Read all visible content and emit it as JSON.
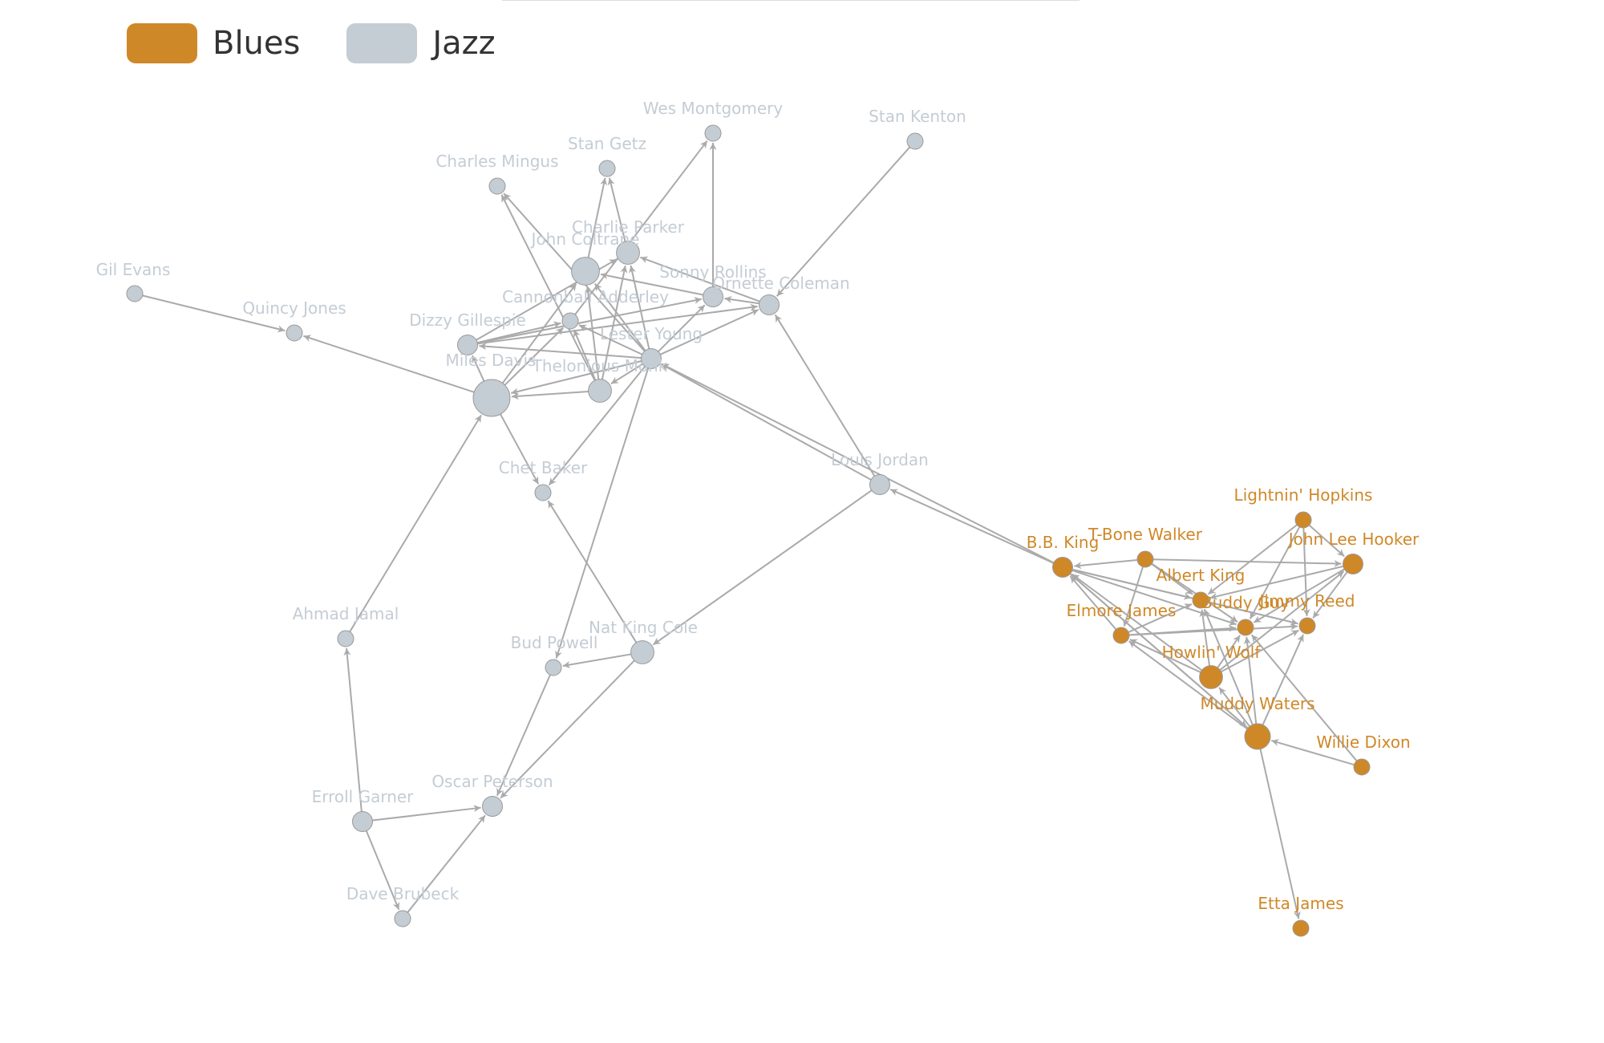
{
  "colors": {
    "blues": "#cf8828",
    "jazz": "#c4ccd4",
    "edge": "#aaaaaa"
  },
  "legend": [
    {
      "label": "Blues",
      "category": "blues"
    },
    {
      "label": "Jazz",
      "category": "jazz"
    }
  ],
  "nodes": [
    {
      "id": "wes",
      "label": "Wes Montgomery",
      "category": "jazz",
      "size": 1
    },
    {
      "id": "kenton",
      "label": "Stan Kenton",
      "category": "jazz",
      "size": 1
    },
    {
      "id": "getz",
      "label": "Stan Getz",
      "category": "jazz",
      "size": 1
    },
    {
      "id": "mingus",
      "label": "Charles Mingus",
      "category": "jazz",
      "size": 1
    },
    {
      "id": "parker",
      "label": "Charlie Parker",
      "category": "jazz",
      "size": 3
    },
    {
      "id": "coltrane",
      "label": "John Coltrane",
      "category": "jazz",
      "size": 5
    },
    {
      "id": "rollins",
      "label": "Sonny Rollins",
      "category": "jazz",
      "size": 2
    },
    {
      "id": "ornette",
      "label": "Ornette Coleman",
      "category": "jazz",
      "size": 2
    },
    {
      "id": "gil",
      "label": "Gil Evans",
      "category": "jazz",
      "size": 1
    },
    {
      "id": "quincy",
      "label": "Quincy Jones",
      "category": "jazz",
      "size": 1
    },
    {
      "id": "cannonball",
      "label": "Cannonball Adderley",
      "category": "jazz",
      "size": 1
    },
    {
      "id": "dizzy",
      "label": "Dizzy Gillespie",
      "category": "jazz",
      "size": 2
    },
    {
      "id": "lester",
      "label": "Lester Young",
      "category": "jazz",
      "size": 2
    },
    {
      "id": "miles",
      "label": "Miles Davis",
      "category": "jazz",
      "size": 10
    },
    {
      "id": "monk",
      "label": "Thelonious Monk",
      "category": "jazz",
      "size": 3
    },
    {
      "id": "chet",
      "label": "Chet Baker",
      "category": "jazz",
      "size": 1
    },
    {
      "id": "louis",
      "label": "Louis Jordan",
      "category": "jazz",
      "size": 2
    },
    {
      "id": "jamal",
      "label": "Ahmad Jamal",
      "category": "jazz",
      "size": 1
    },
    {
      "id": "natking",
      "label": "Nat King Cole",
      "category": "jazz",
      "size": 3
    },
    {
      "id": "bud",
      "label": "Bud Powell",
      "category": "jazz",
      "size": 1
    },
    {
      "id": "oscar",
      "label": "Oscar Peterson",
      "category": "jazz",
      "size": 2
    },
    {
      "id": "erroll",
      "label": "Erroll Garner",
      "category": "jazz",
      "size": 2
    },
    {
      "id": "brubeck",
      "label": "Dave Brubeck",
      "category": "jazz",
      "size": 1
    },
    {
      "id": "lightnin",
      "label": "Lightnin' Hopkins",
      "category": "blues",
      "size": 1
    },
    {
      "id": "tbone",
      "label": "T-Bone Walker",
      "category": "blues",
      "size": 1
    },
    {
      "id": "bbking",
      "label": "B.B. King",
      "category": "blues",
      "size": 2
    },
    {
      "id": "johnlee",
      "label": "John Lee Hooker",
      "category": "blues",
      "size": 2
    },
    {
      "id": "albert",
      "label": "Albert King",
      "category": "blues",
      "size": 1
    },
    {
      "id": "jimmy",
      "label": "Jimmy Reed",
      "category": "blues",
      "size": 1
    },
    {
      "id": "buddy",
      "label": "Buddy Guy",
      "category": "blues",
      "size": 1
    },
    {
      "id": "elmore",
      "label": "Elmore James",
      "category": "blues",
      "size": 1
    },
    {
      "id": "howlin",
      "label": "Howlin' Wolf",
      "category": "blues",
      "size": 3
    },
    {
      "id": "muddy",
      "label": "Muddy Waters",
      "category": "blues",
      "size": 4
    },
    {
      "id": "willie",
      "label": "Willie Dixon",
      "category": "blues",
      "size": 1
    },
    {
      "id": "etta",
      "label": "Etta James",
      "category": "blues",
      "size": 1
    }
  ],
  "edges": [
    [
      "gil",
      "quincy"
    ],
    [
      "miles",
      "quincy"
    ],
    [
      "miles",
      "chet"
    ],
    [
      "miles",
      "dizzy"
    ],
    [
      "monk",
      "miles"
    ],
    [
      "monk",
      "coltrane"
    ],
    [
      "monk",
      "parker"
    ],
    [
      "monk",
      "cannonball"
    ],
    [
      "coltrane",
      "getz"
    ],
    [
      "parker",
      "getz"
    ],
    [
      "rollins",
      "wes"
    ],
    [
      "cannonball",
      "wes"
    ],
    [
      "monk",
      "mingus"
    ],
    [
      "lester",
      "mingus"
    ],
    [
      "lester",
      "miles"
    ],
    [
      "lester",
      "coltrane"
    ],
    [
      "lester",
      "parker"
    ],
    [
      "lester",
      "rollins"
    ],
    [
      "lester",
      "ornette"
    ],
    [
      "lester",
      "dizzy"
    ],
    [
      "lester",
      "cannonball"
    ],
    [
      "lester",
      "chet"
    ],
    [
      "lester",
      "bud"
    ],
    [
      "lester",
      "monk"
    ],
    [
      "dizzy",
      "parker"
    ],
    [
      "dizzy",
      "rollins"
    ],
    [
      "dizzy",
      "ornette"
    ],
    [
      "dizzy",
      "cannonball"
    ],
    [
      "rollins",
      "coltrane"
    ],
    [
      "ornette",
      "parker"
    ],
    [
      "ornette",
      "rollins"
    ],
    [
      "miles",
      "coltrane"
    ],
    [
      "miles",
      "cannonball"
    ],
    [
      "kenton",
      "ornette"
    ],
    [
      "louis",
      "ornette"
    ],
    [
      "louis",
      "natking"
    ],
    [
      "louis",
      "lester"
    ],
    [
      "bbking",
      "lester"
    ],
    [
      "bbking",
      "louis"
    ],
    [
      "natking",
      "bud"
    ],
    [
      "natking",
      "chet"
    ],
    [
      "natking",
      "oscar"
    ],
    [
      "bud",
      "oscar"
    ],
    [
      "erroll",
      "oscar"
    ],
    [
      "erroll",
      "jamal"
    ],
    [
      "erroll",
      "brubeck"
    ],
    [
      "brubeck",
      "oscar"
    ],
    [
      "jamal",
      "miles"
    ],
    [
      "tbone",
      "bbking"
    ],
    [
      "tbone",
      "albert"
    ],
    [
      "tbone",
      "buddy"
    ],
    [
      "tbone",
      "johnlee"
    ],
    [
      "tbone",
      "elmore"
    ],
    [
      "lightnin",
      "albert"
    ],
    [
      "lightnin",
      "johnlee"
    ],
    [
      "lightnin",
      "jimmy"
    ],
    [
      "lightnin",
      "buddy"
    ],
    [
      "bbking",
      "albert"
    ],
    [
      "bbking",
      "buddy"
    ],
    [
      "bbking",
      "jimmy"
    ],
    [
      "bbking",
      "muddy"
    ],
    [
      "elmore",
      "albert"
    ],
    [
      "elmore",
      "buddy"
    ],
    [
      "elmore",
      "jimmy"
    ],
    [
      "elmore",
      "bbking"
    ],
    [
      "howlin",
      "bbking"
    ],
    [
      "howlin",
      "albert"
    ],
    [
      "howlin",
      "buddy"
    ],
    [
      "howlin",
      "jimmy"
    ],
    [
      "howlin",
      "elmore"
    ],
    [
      "howlin",
      "johnlee"
    ],
    [
      "muddy",
      "albert"
    ],
    [
      "muddy",
      "buddy"
    ],
    [
      "muddy",
      "jimmy"
    ],
    [
      "muddy",
      "howlin"
    ],
    [
      "muddy",
      "elmore"
    ],
    [
      "muddy",
      "etta"
    ],
    [
      "willie",
      "muddy"
    ],
    [
      "willie",
      "buddy"
    ],
    [
      "johnlee",
      "albert"
    ],
    [
      "johnlee",
      "buddy"
    ],
    [
      "johnlee",
      "jimmy"
    ],
    [
      "muddy",
      "bbking"
    ],
    [
      "albert",
      "jimmy"
    ]
  ]
}
